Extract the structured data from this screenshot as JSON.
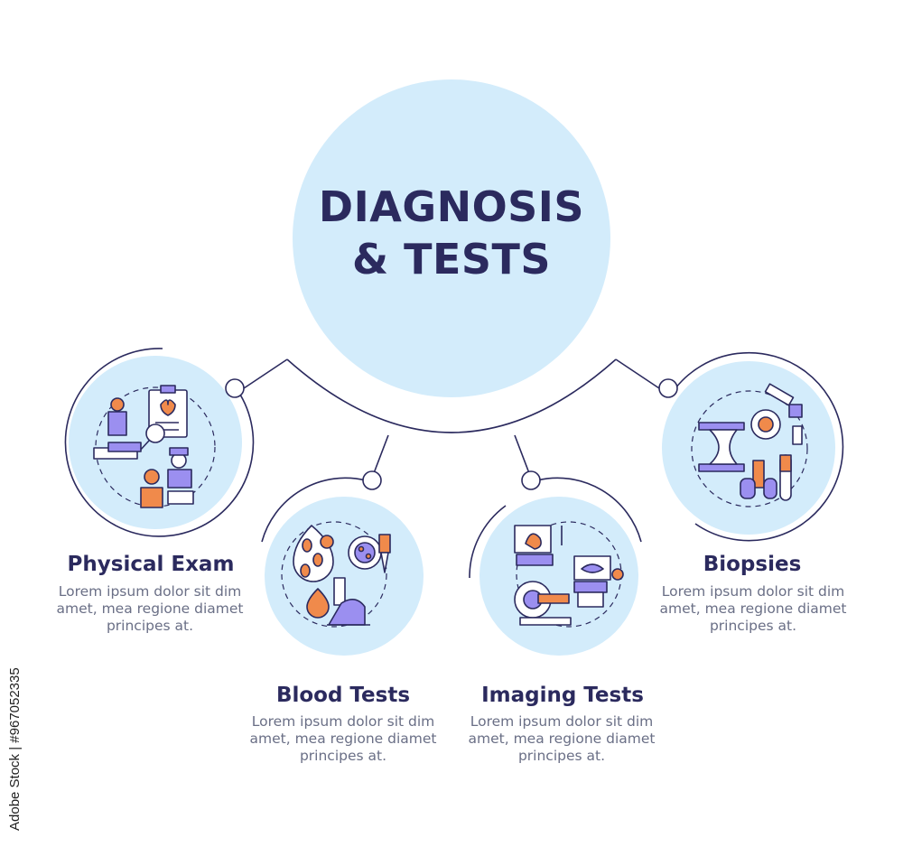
{
  "title": {
    "line1": "DIAGNOSIS",
    "line2": "& TESTS"
  },
  "items": [
    {
      "label": "Physical Exam",
      "description": "Lorem ipsum dolor sit dim amet, mea regione diamet principes at.",
      "icon": "physical-exam-icon"
    },
    {
      "label": "Blood Tests",
      "description": "Lorem ipsum dolor sit dim amet, mea regione diamet principes at.",
      "icon": "blood-tests-icon"
    },
    {
      "label": "Imaging Tests",
      "description": "Lorem ipsum dolor sit dim amet, mea regione diamet principes at.",
      "icon": "imaging-tests-icon"
    },
    {
      "label": "Biopsies",
      "description": "Lorem ipsum dolor sit dim amet, mea regione diamet principes at.",
      "icon": "biopsies-icon"
    }
  ],
  "watermark": "Adobe Stock | #967052335",
  "colors": {
    "circle_fill": "#d3ecfb",
    "ink": "#2b2a5e",
    "accent_orange": "#f08a4b",
    "accent_purple": "#9b8ff0",
    "text_gray": "#6a6f86"
  }
}
